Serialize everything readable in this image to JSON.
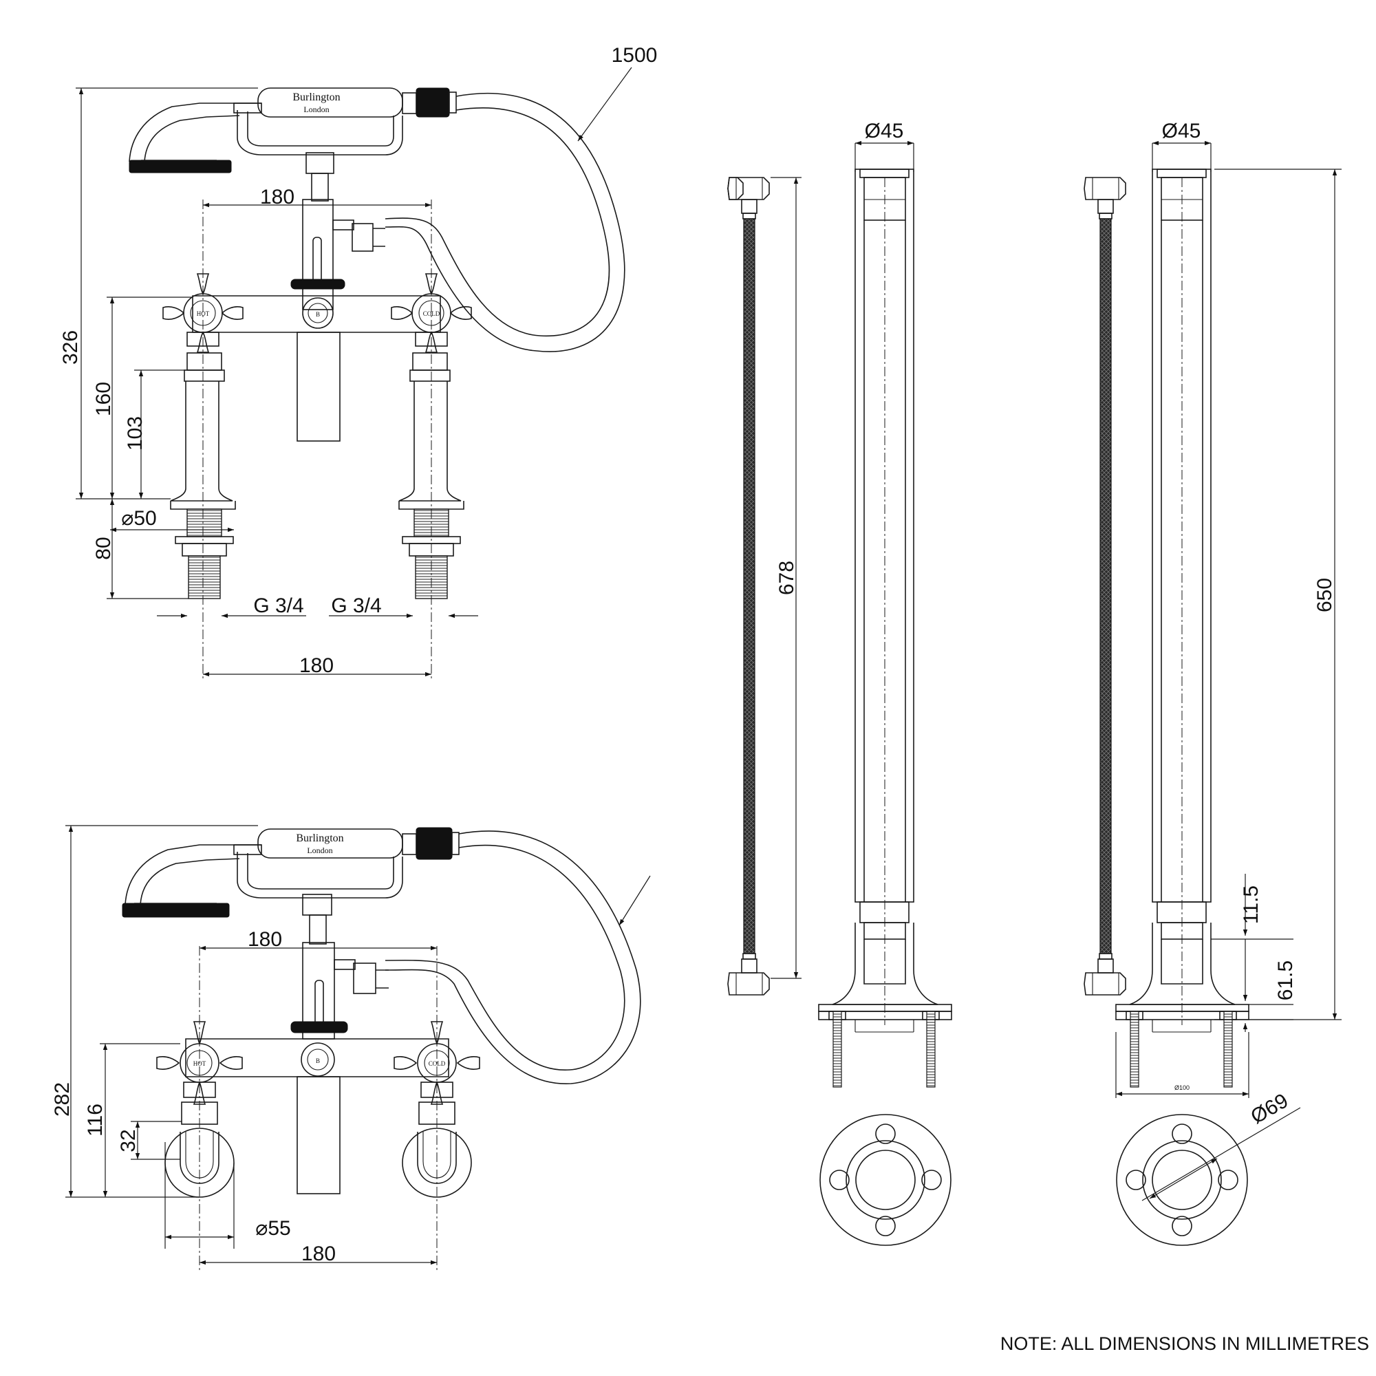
{
  "brand": {
    "name": "Burlington",
    "city": "London",
    "monogram": "B"
  },
  "labels": {
    "hot": "HOT",
    "cold": "COLD"
  },
  "top_view": {
    "hose_length": "1500",
    "height_total": "326",
    "height_valve": "160",
    "height_leg": "103",
    "shank_length": "80",
    "shank_diameter": "⌀50",
    "centres_top": "180",
    "centres_bottom": "180",
    "thread_left": "G 3/4",
    "thread_right": "G 3/4"
  },
  "bottom_view": {
    "height_total": "282",
    "height_valve": "116",
    "height_elbow": "32",
    "flange_diameter": "⌀55",
    "centres_top": "180",
    "centres_bottom": "180"
  },
  "hose_view": {
    "length": "678"
  },
  "standpipe_1": {
    "diameter": "Ø45"
  },
  "standpipe_2": {
    "diameter": "Ø45",
    "height": "650",
    "dim_a": "11.5",
    "dim_b": "61.5",
    "base_width": "Ø100",
    "flange_diameter": "Ø69"
  },
  "note": "NOTE: ALL DIMENSIONS IN MILLIMETRES"
}
